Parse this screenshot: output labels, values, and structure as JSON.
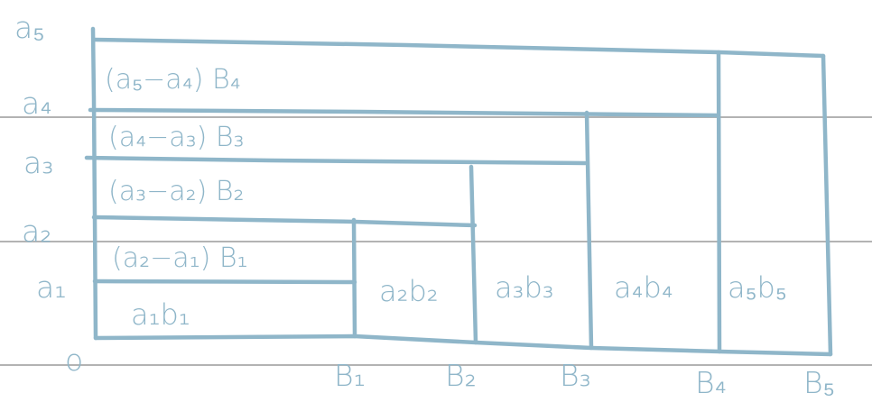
{
  "y_axis_labels": {
    "origin": "o",
    "a1": "a₁",
    "a2": "a₂",
    "a3": "a₃",
    "a4": "a₄",
    "a5": "a₅"
  },
  "x_axis_labels": {
    "b1": "B₁",
    "b2": "B₂",
    "b3": "B₃",
    "b4": "B₄",
    "b5": "B₅"
  },
  "regions": {
    "a1b1": "a₁b₁",
    "a2b2": "a₂b₂",
    "a3b3": "a₃b₃",
    "a4b4": "a₄b₄",
    "a5b5": "a₅b₅",
    "strip1": "(a₂−a₁) B₁",
    "strip2": "(a₃−a₂) B₂",
    "strip3": "(a₄−a₃) B₃",
    "strip4": "(a₅−a₄) B₄"
  },
  "colors": {
    "ink": "#8fb6c9",
    "ruled_lines": "#b3b3b3",
    "paper": "#ffffff"
  }
}
